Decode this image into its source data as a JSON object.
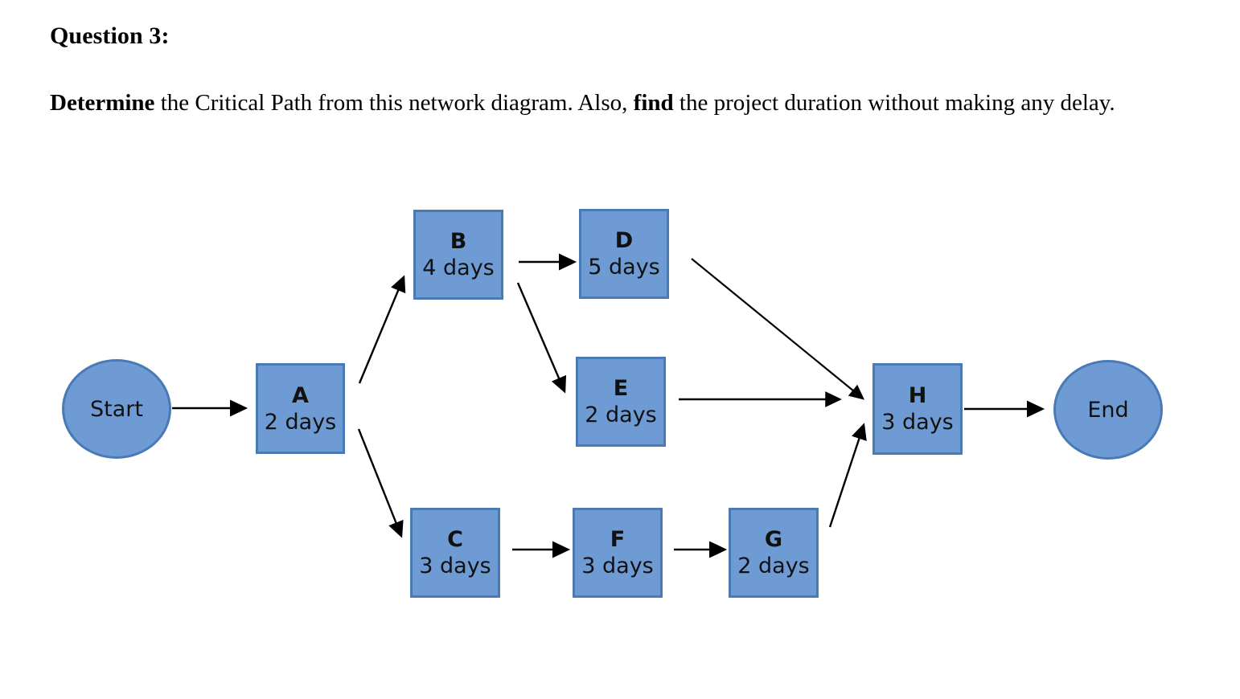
{
  "question": {
    "header": "Question 3:",
    "prompt_part1": "Determine",
    "prompt_part2": " the Critical Path from this network diagram. Also, ",
    "prompt_part3": "find",
    "prompt_part4": " the project duration without making any delay."
  },
  "diagram": {
    "type": "network-diagram",
    "colors": {
      "node_fill": "#6f9bd4",
      "node_border": "#4a7ab5",
      "edge": "#000000",
      "text": "#111111"
    },
    "terminals": [
      {
        "id": "start",
        "label": "Start"
      },
      {
        "id": "end",
        "label": "End"
      }
    ],
    "nodes": [
      {
        "id": "A",
        "label": "A",
        "duration": "2 days"
      },
      {
        "id": "B",
        "label": "B",
        "duration": "4 days"
      },
      {
        "id": "C",
        "label": "C",
        "duration": "3 days"
      },
      {
        "id": "D",
        "label": "D",
        "duration": "5 days"
      },
      {
        "id": "E",
        "label": "E",
        "duration": "2 days"
      },
      {
        "id": "F",
        "label": "F",
        "duration": "3 days"
      },
      {
        "id": "G",
        "label": "G",
        "duration": "2 days"
      },
      {
        "id": "H",
        "label": "H",
        "duration": "3 days"
      }
    ],
    "edges": [
      {
        "from": "Start",
        "to": "A"
      },
      {
        "from": "A",
        "to": "B"
      },
      {
        "from": "A",
        "to": "C"
      },
      {
        "from": "B",
        "to": "D"
      },
      {
        "from": "B",
        "to": "E"
      },
      {
        "from": "D",
        "to": "H"
      },
      {
        "from": "E",
        "to": "H"
      },
      {
        "from": "C",
        "to": "F"
      },
      {
        "from": "F",
        "to": "G"
      },
      {
        "from": "G",
        "to": "H"
      },
      {
        "from": "H",
        "to": "End"
      }
    ]
  }
}
